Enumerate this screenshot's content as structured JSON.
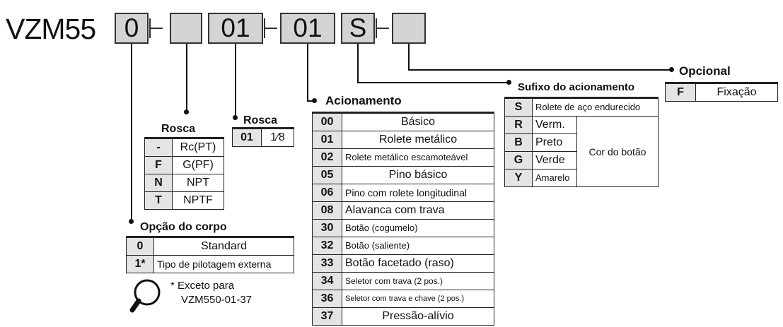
{
  "model": "VZM55",
  "boxes": [
    "0",
    "",
    "01",
    "01",
    "S",
    ""
  ],
  "opcao_corpo": {
    "title": "Opção do corpo",
    "rows": [
      {
        "code": "0",
        "desc": "Standard"
      },
      {
        "code": "1*",
        "desc": "Tipo de pilotagem externa"
      }
    ],
    "note_marker": "*",
    "note_line1": "Exceto para",
    "note_line2": "VZM550-01-37"
  },
  "rosca1": {
    "title": "Rosca",
    "rows": [
      {
        "code": "-",
        "desc": "Rc(PT)"
      },
      {
        "code": "F",
        "desc": "G(PF)"
      },
      {
        "code": "N",
        "desc": "NPT"
      },
      {
        "code": "T",
        "desc": "NPTF"
      }
    ]
  },
  "rosca2": {
    "title": "Rosca",
    "rows": [
      {
        "code": "01",
        "desc": "1⁄8"
      }
    ]
  },
  "acionamento": {
    "title": "Acionamento",
    "rows": [
      {
        "code": "00",
        "desc": "Básico"
      },
      {
        "code": "01",
        "desc": "Rolete metálico"
      },
      {
        "code": "02",
        "desc": "Rolete metálico escamoteável"
      },
      {
        "code": "05",
        "desc": "Pino básico"
      },
      {
        "code": "06",
        "desc": "Pino com rolete longitudinal"
      },
      {
        "code": "08",
        "desc": "Alavanca com trava"
      },
      {
        "code": "30",
        "desc": "Botão (cogumelo)"
      },
      {
        "code": "32",
        "desc": "Botão (saliente)"
      },
      {
        "code": "33",
        "desc": "Botão facetado (raso)"
      },
      {
        "code": "34",
        "desc": "Seletor com trava (2 pos.)"
      },
      {
        "code": "36",
        "desc": "Seletor com trava e chave (2 pos.)"
      },
      {
        "code": "37",
        "desc": "Pressão-alívio"
      }
    ]
  },
  "sufixo": {
    "title": "Sufixo do acionamento",
    "rows": [
      {
        "code": "S",
        "desc": "Rolete de aço endurecido"
      },
      {
        "code": "R",
        "desc": "Verm."
      },
      {
        "code": "B",
        "desc": "Preto"
      },
      {
        "code": "G",
        "desc": "Verde"
      },
      {
        "code": "Y",
        "desc": "Amarelo"
      }
    ],
    "group_label": "Cor do botão"
  },
  "opcional": {
    "title": "Opcional",
    "rows": [
      {
        "code": "F",
        "desc": "Fixação"
      }
    ]
  }
}
